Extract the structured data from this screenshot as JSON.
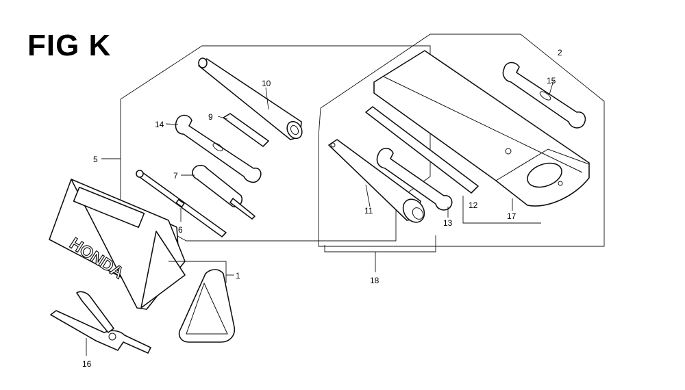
{
  "figure": {
    "title": "FIG K"
  },
  "brand": {
    "text": "HONDA"
  },
  "callouts": {
    "c1": "1",
    "c2": "2",
    "c5": "5",
    "c6": "6",
    "c7": "7",
    "c9": "9",
    "c10": "10",
    "c11": "11",
    "c12": "12",
    "c13": "13",
    "c14": "14",
    "c15": "15",
    "c16": "16",
    "c17": "17",
    "c18": "18"
  }
}
